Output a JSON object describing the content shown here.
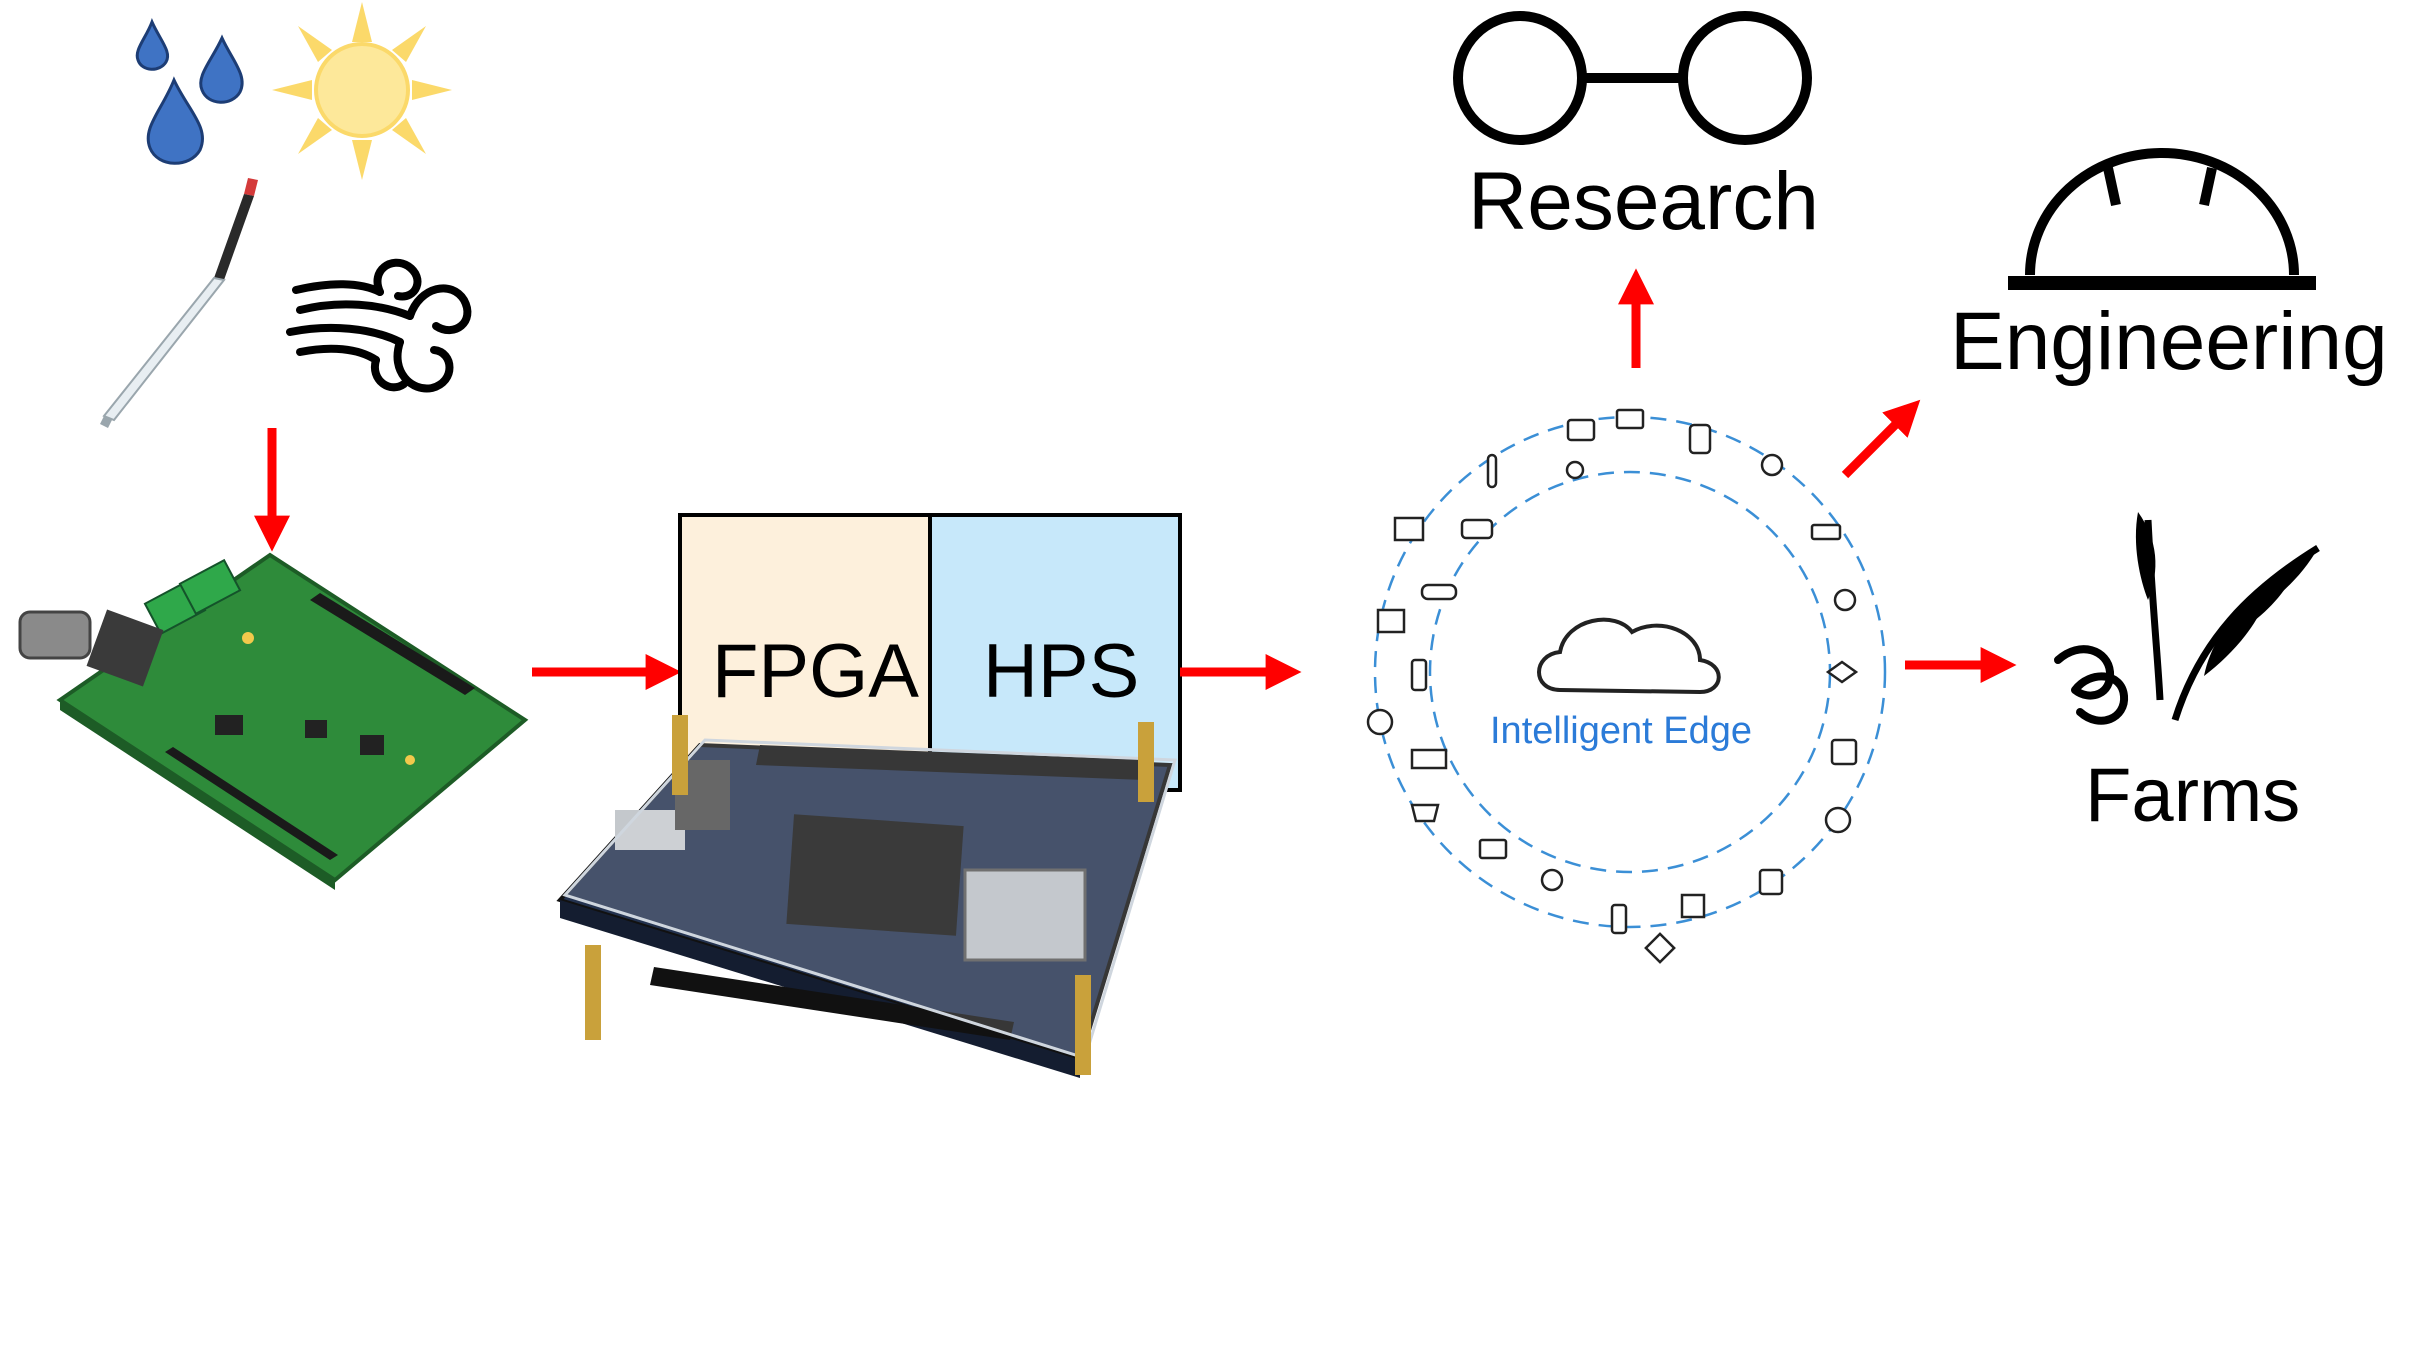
{
  "nodes": {
    "fpga": "FPGA",
    "hps": "HPS",
    "edge": "Intelligent Edge",
    "research": "Research",
    "engineering": "Engineering",
    "farms": "Farms"
  },
  "colors": {
    "arrow": "#ff0000",
    "fpga_fill": "#fdf0dc",
    "hps_fill": "#c7e8fa",
    "water": "#3f73c4",
    "sun": "#fde89a",
    "sun_ray": "#fbd96a",
    "pcb_green": "#2e8b3a",
    "board_blue": "#23324f",
    "ring": "#3b8fd6",
    "edge_text": "#2b7bd8"
  },
  "icons": [
    "raindrops-icon",
    "sun-icon",
    "ph-probe-icon",
    "wind-icon",
    "sensor-shield-board",
    "de10-nano-board",
    "cloud-icon",
    "glasses-icon",
    "hardhat-icon",
    "plant-icon"
  ]
}
